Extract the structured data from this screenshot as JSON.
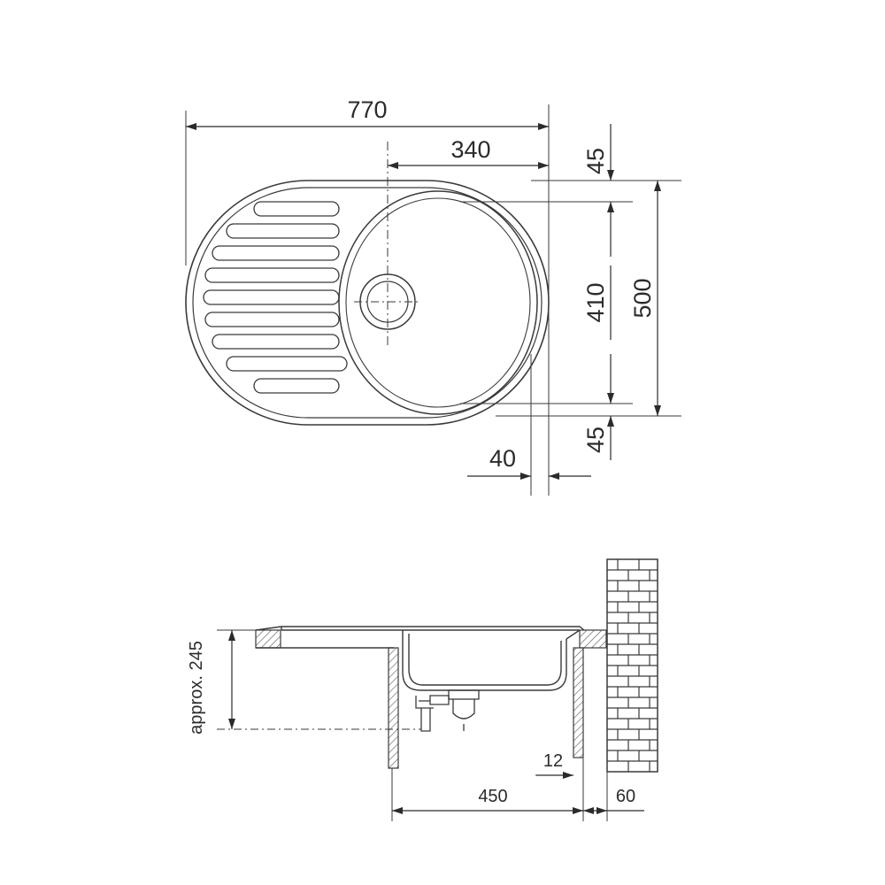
{
  "plan_view": {
    "overall_width": "770",
    "bowl_offset": "340",
    "top_margin": "45",
    "bowl_depth": "410",
    "overall_depth": "500",
    "bottom_margin": "45",
    "rim_offset": "40"
  },
  "section_view": {
    "installed_depth": "approx. 245",
    "panel_thickness": "12",
    "cabinet_width": "450",
    "wall_gap": "60"
  },
  "colors": {
    "line": "#3a3a3a",
    "hatch": "#555555",
    "text": "#2b2b2b"
  }
}
